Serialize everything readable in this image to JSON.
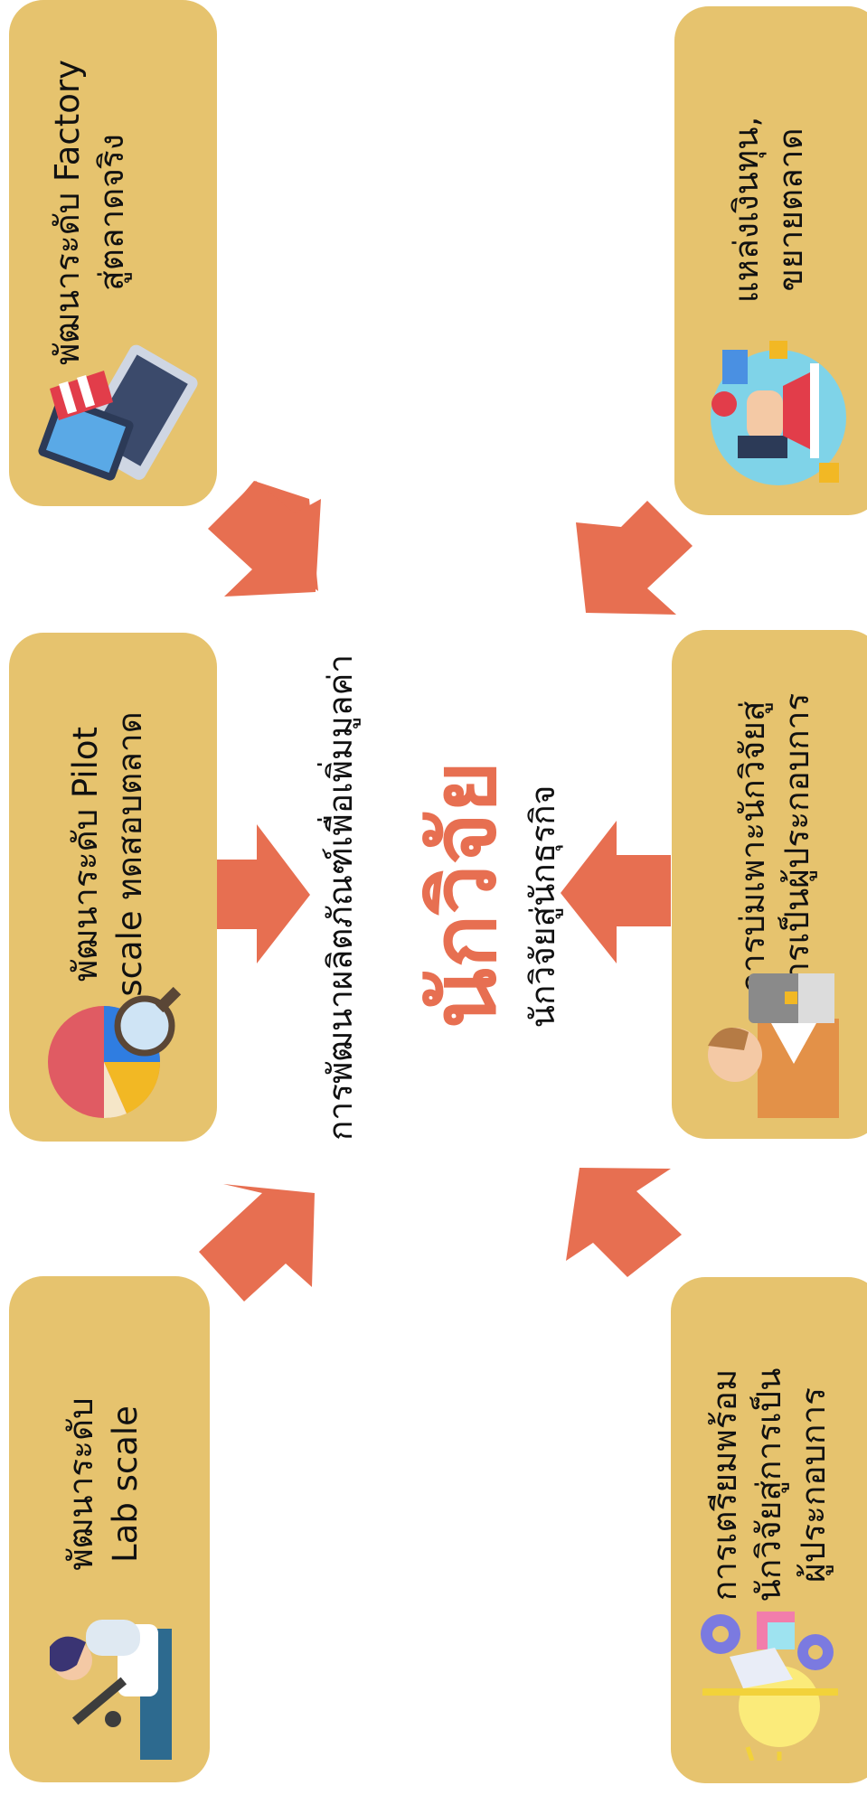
{
  "center": {
    "subtitle": "การพัฒนาผลิตภัณฑ์เพื่อเพิ่มมูลค่า",
    "title": "นักวิจัย",
    "tagline": "นักวิจัยสู่นักธุรกิจ"
  },
  "left_boxes": [
    {
      "label": "พัฒนาระดับ Factory\nสู่ตลาดจริง",
      "icon": "online-shop-laptop-icon"
    },
    {
      "label": "พัฒนาระดับ Pilot\nscale ทดสอบตลาด",
      "icon": "pie-chart-magnifier-icon"
    },
    {
      "label": "พัฒนาระดับ\nLab scale",
      "icon": "scientist-microscope-icon"
    }
  ],
  "right_boxes": [
    {
      "label": "แหล่งเงินทุน,\nขยายตลาด",
      "icon": "marketing-megaphone-icon"
    },
    {
      "label": "การบ่มเพาะนักวิจัยสู่\nการเป็นผู้ประกอบการ",
      "icon": "businessman-briefcase-icon"
    },
    {
      "label": "การเตรียมพร้อม\nนักวิจัยสู่การเป็น\nผู้ประกอบการ",
      "icon": "idea-gears-bulb-icon"
    }
  ],
  "colors": {
    "box": "#e6c36e",
    "arrow": "#e76f51",
    "title": "#e76f51"
  }
}
